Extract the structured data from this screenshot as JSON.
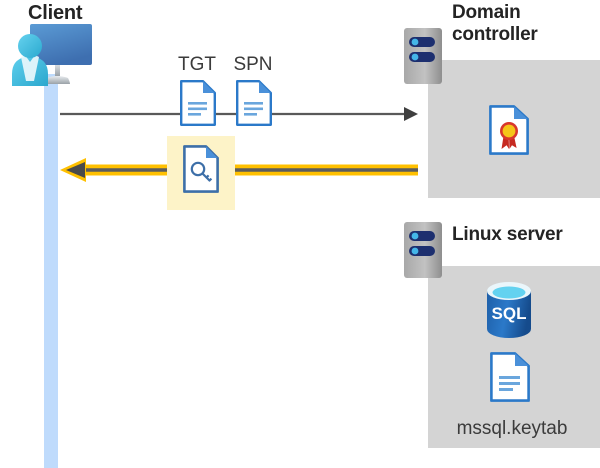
{
  "diagram": {
    "title_client": "Client",
    "title_domain_controller": "Domain controller",
    "title_linux_server": "Linux server",
    "labels": {
      "tgt": "TGT",
      "spn": "SPN",
      "keytab_file": "mssql.keytab"
    },
    "icons": {
      "client": "user-workstation-icon",
      "tgt_doc": "document-icon",
      "spn_doc": "document-icon",
      "key_doc": "key-document-icon",
      "certificate": "certificate-document-icon",
      "sql_database": "sql-database-icon",
      "keytab_doc": "document-icon",
      "dc_server": "server-icon",
      "linux_server": "server-icon"
    },
    "flows": [
      {
        "name": "request-arrow",
        "direction": "client-to-domain-controller",
        "style": "thin-gray-line",
        "carries": [
          "TGT",
          "SPN"
        ]
      },
      {
        "name": "response-arrow",
        "direction": "domain-controller-to-client",
        "style": "thick-yellow-line",
        "carries": [
          "key-document"
        ]
      }
    ],
    "colors": {
      "panel_gray": "#d4d4d4",
      "highlight_yellow": "#fdf3c8",
      "lifeline_blue": "#bfdbfc",
      "arrow_yellow": "#ffc000",
      "arrow_gray": "#595959",
      "doc_blue": "#2b79c9",
      "sql_blue": "#1f64b0",
      "seal_gold": "#f5c518",
      "seal_red": "#c62a21",
      "server_gray": "#9a9a9a",
      "server_navy": "#1d2f6f",
      "text_dark": "#242424"
    }
  }
}
